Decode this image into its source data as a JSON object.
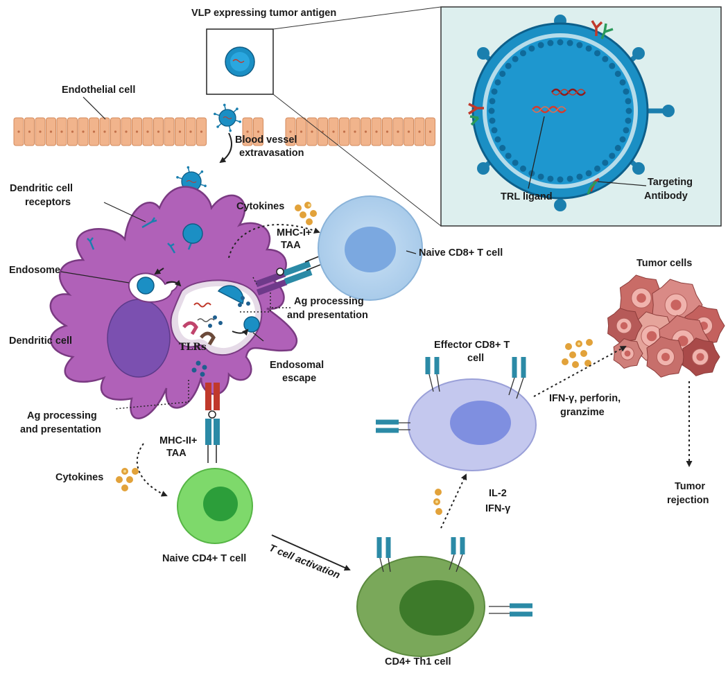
{
  "labels": {
    "vlp_title": "VLP expressing tumor antigen",
    "endothelial": "Endothelial cell",
    "blood_vessel_1": "Blood vessel",
    "blood_vessel_2": "extravasation",
    "dc_receptors_1": "Dendritic cell",
    "dc_receptors_2": "receptors",
    "cytokines_top": "Cytokines",
    "mhc1_1": "MHC-I+",
    "mhc1_2": "TAA",
    "naive_cd8": "Naive CD8+ T cell",
    "endosome": "Endosome",
    "ag_proc_right_1": "Ag processing",
    "ag_proc_right_2": "and presentation",
    "dendritic_cell": "Dendritic cell",
    "tlrs": "TLRs",
    "endosomal_escape_1": "Endosomal",
    "endosomal_escape_2": "escape",
    "ag_proc_left_1": "Ag processing",
    "ag_proc_left_2": "and presentation",
    "mhc2_1": "MHC-II+",
    "mhc2_2": "TAA",
    "cytokines_left": "Cytokines",
    "naive_cd4": "Naive CD4+ T cell",
    "t_cell_activation": "T cell activation",
    "cd4_th1": "CD4+ Th1  cell",
    "effector_cd8_1": "Effector CD8+ T",
    "effector_cd8_2": "cell",
    "il2": "IL-2",
    "ifn_g": "IFN-γ",
    "ifn_perforin_1": "IFN-γ, perforin,",
    "ifn_perforin_2": "granzime",
    "tumor_cells": "Tumor cells",
    "tumor_rejection_1": "Tumor",
    "tumor_rejection_2": "rejection",
    "trl_ligand": "TRL ligand",
    "targeting_ab_1": "Targeting",
    "targeting_ab_2": "Antibody"
  },
  "colors": {
    "vlp_blue": "#1b8fc4",
    "dendritic_purple": "#b061b8",
    "cd8_light_blue": "#b9d6ef",
    "cd4_green": "#7ed96b",
    "th1_green": "#7aa85a",
    "effector_lavender": "#c4c8ee",
    "endothelial_orange": "#f1b48c",
    "tumor_pink": "#d98a86",
    "inset_bg": "#ddefee"
  }
}
